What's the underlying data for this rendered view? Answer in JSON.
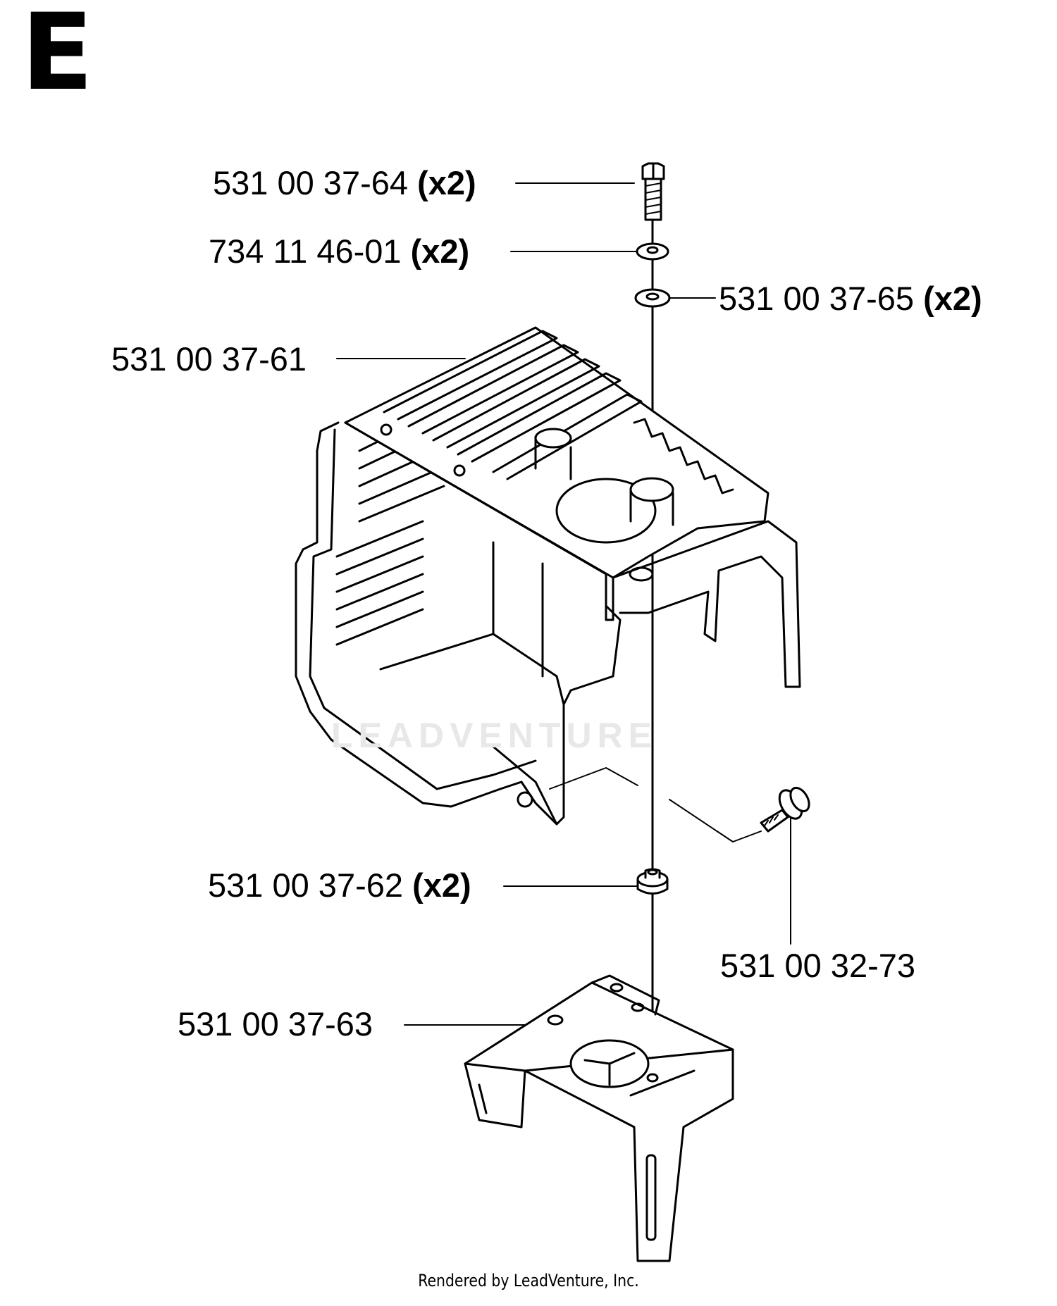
{
  "section": "E",
  "parts": [
    {
      "id": "bolt",
      "number": "531 00 37-64",
      "qty": "(x2)"
    },
    {
      "id": "washer-top",
      "number": "734 11 46-01",
      "qty": "(x2)"
    },
    {
      "id": "washer-second",
      "number": "531 00 37-65",
      "qty": "(x2)"
    },
    {
      "id": "cylinder-cover",
      "number": "531 00 37-61",
      "qty": ""
    },
    {
      "id": "bushing",
      "number": "531 00 37-62",
      "qty": "(x2)"
    },
    {
      "id": "screw",
      "number": "531 00 32-73",
      "qty": ""
    },
    {
      "id": "bracket",
      "number": "531 00 37-63",
      "qty": ""
    }
  ],
  "watermark": "LEADVENTURE",
  "footer": "Rendered by LeadVenture, Inc."
}
